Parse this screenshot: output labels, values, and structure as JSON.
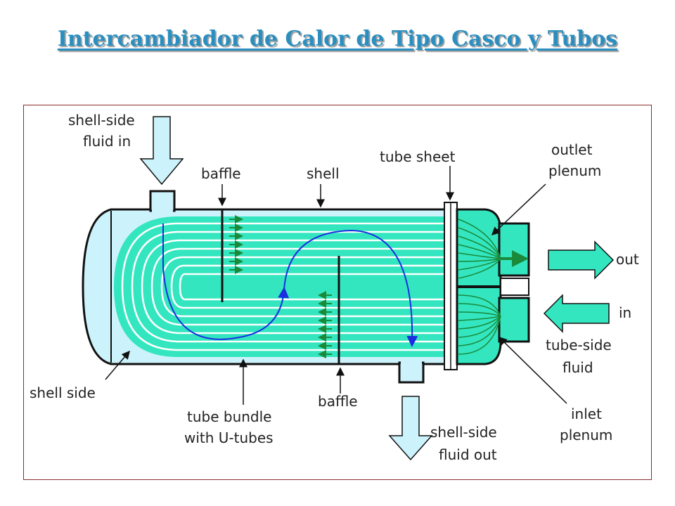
{
  "title": "Intercambiador de Calor de Tipo Casco y Tubos",
  "labels": {
    "shell_in_1": "shell-side",
    "shell_in_2": "fluid in",
    "baffle_top": "baffle",
    "shell": "shell",
    "tube_sheet": "tube sheet",
    "outlet_1": "outlet",
    "outlet_2": "plenum",
    "out": "out",
    "in": "in",
    "tube_fluid_1": "tube-side",
    "tube_fluid_2": "fluid",
    "inlet_1": "inlet",
    "inlet_2": "plenum",
    "shell_side": "shell side",
    "bundle_1": "tube bundle",
    "bundle_2": "with U-tubes",
    "baffle_bottom": "baffle",
    "shell_out_1": "shell-side",
    "shell_out_2": "fluid out"
  },
  "colors": {
    "title": "#2a8fc0",
    "shell_fluid": "#ccf2fb",
    "tube_fluid": "#33e6bf",
    "flow_line": "#1a2fe0",
    "frame": "#8a2b2b"
  }
}
